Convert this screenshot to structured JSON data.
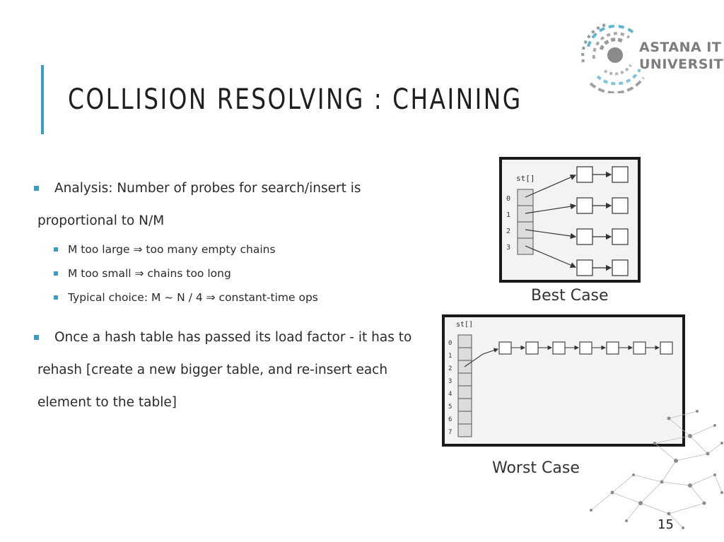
{
  "slide": {
    "title": "COLLISION RESOLVING : CHAINING",
    "page_number": "15"
  },
  "logo": {
    "line1": "ASTANA IT",
    "line2": "UNIVERSITY",
    "color": "#7d7d7d"
  },
  "bullets": {
    "analysis": "Analysis: Number of probes for search/insert is proportional to N/M",
    "sub": [
      "M too large ⇒ too many empty chains",
      "M too small ⇒ chains too long",
      "Typical choice: M ~ N / 4 ⇒ constant-time ops"
    ],
    "rehash": "Once a hash table has passed its load factor - it has to rehash  [create a new bigger table, and re-insert each element to the  table]"
  },
  "best_case": {
    "array_label": "st[]",
    "indices": [
      "0",
      "1",
      "2",
      "3"
    ],
    "caption": "Best Case"
  },
  "worst_case": {
    "array_label": "st[]",
    "indices": [
      "0",
      "1",
      "2",
      "3",
      "4",
      "5",
      "6",
      "7"
    ],
    "caption": "Worst Case"
  },
  "colors": {
    "accent": "#3a9ec2",
    "title": "#1f1f1f",
    "diagram_frame": "#1a1a1a",
    "diagram_bg": "#f3f3f3"
  }
}
